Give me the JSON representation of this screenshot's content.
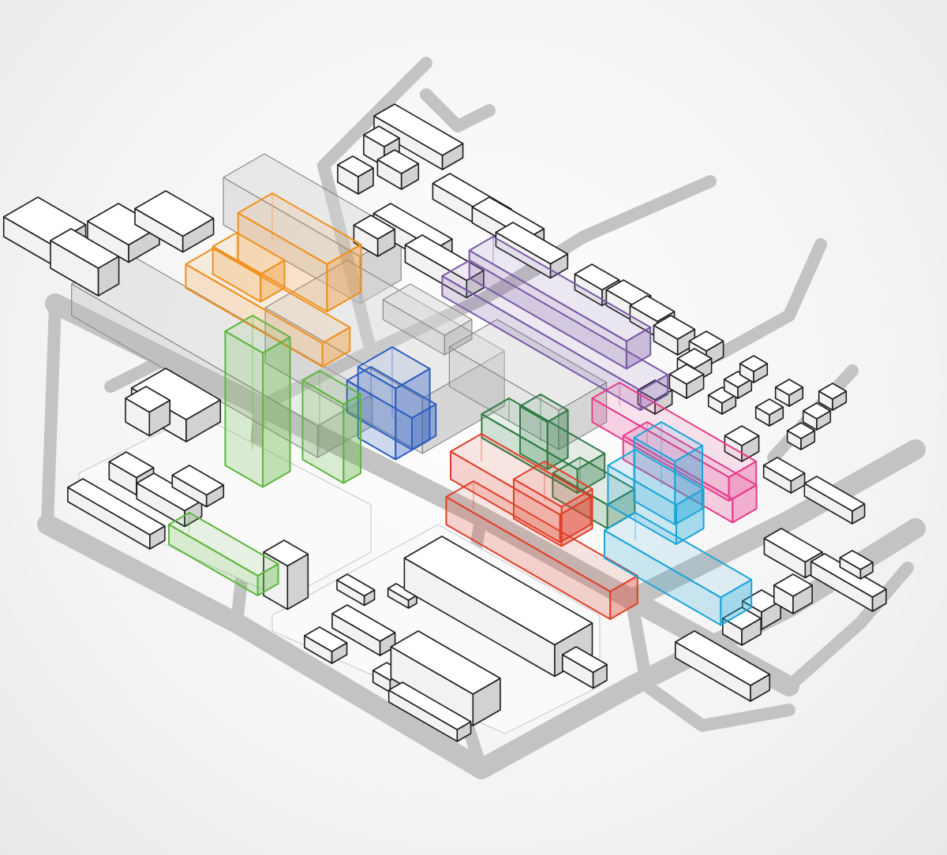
{
  "colors": {
    "background": "#f4f4f4",
    "road": "#c3c3c3",
    "building_stroke": "#1d1d1d",
    "existing_ghost": "#a8a8a8",
    "orange": "#f0901e",
    "purple": "#7a5aa6",
    "blue": "#2f5fc0",
    "green_tower": "#5fb640",
    "dark_green": "#2f7a45",
    "red": "#e0402a",
    "pink": "#e83c8c",
    "cyan": "#1ea5d8"
  },
  "highlighted_blocks": [
    {
      "name": "orange-block",
      "color_key": "orange"
    },
    {
      "name": "purple-block",
      "color_key": "purple"
    },
    {
      "name": "blue-block",
      "color_key": "blue"
    },
    {
      "name": "green-tower-block",
      "color_key": "green_tower"
    },
    {
      "name": "dark-green-block",
      "color_key": "dark_green"
    },
    {
      "name": "red-block",
      "color_key": "red"
    },
    {
      "name": "pink-block",
      "color_key": "pink"
    },
    {
      "name": "cyan-block",
      "color_key": "cyan"
    }
  ]
}
